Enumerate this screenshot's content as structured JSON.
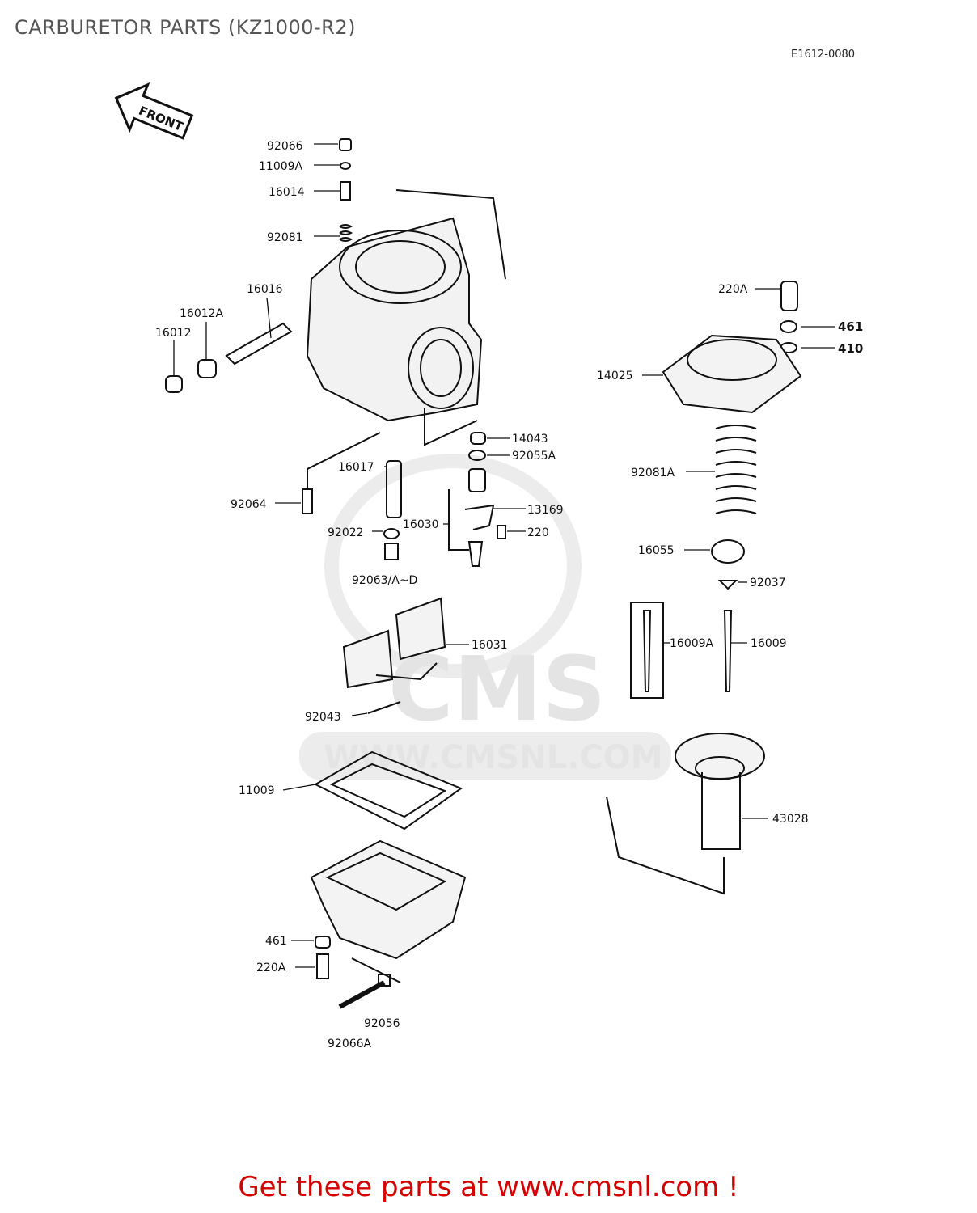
{
  "title": "CARBURETOR PARTS (KZ1000-R2)",
  "diagram_code": "E1612-0080",
  "front_label": "FRONT",
  "watermark": {
    "brand": "CMS",
    "url": "WWW.CMSNL.COM"
  },
  "footer": "Get these parts at www.cmsnl.com !",
  "part_labels": {
    "p92066": "92066",
    "p11009A": "11009A",
    "p16014": "16014",
    "p92081": "92081",
    "p16016": "16016",
    "p16012A": "16012A",
    "p16012": "16012",
    "p14043": "14043",
    "p92055A": "92055A",
    "p16017": "16017",
    "p92064": "92064",
    "p16030": "16030",
    "p13169": "13169",
    "p220": "220",
    "p92022": "92022",
    "p92063": "92063/A~D",
    "p16031": "16031",
    "p92043": "92043",
    "p11009": "11009",
    "p461b": "461",
    "p220Ab": "220A",
    "p92056": "92056",
    "p92066A": "92066A",
    "p220A": "220A",
    "p461": "461",
    "p410": "410",
    "p14025": "14025",
    "p92081A": "92081A",
    "p16055": "16055",
    "p92037": "92037",
    "p16009A": "16009A",
    "p16009": "16009",
    "p43028": "43028"
  },
  "colors": {
    "footer": "#d40000",
    "watermark": "#e4e4e4",
    "lines": "#111111"
  }
}
